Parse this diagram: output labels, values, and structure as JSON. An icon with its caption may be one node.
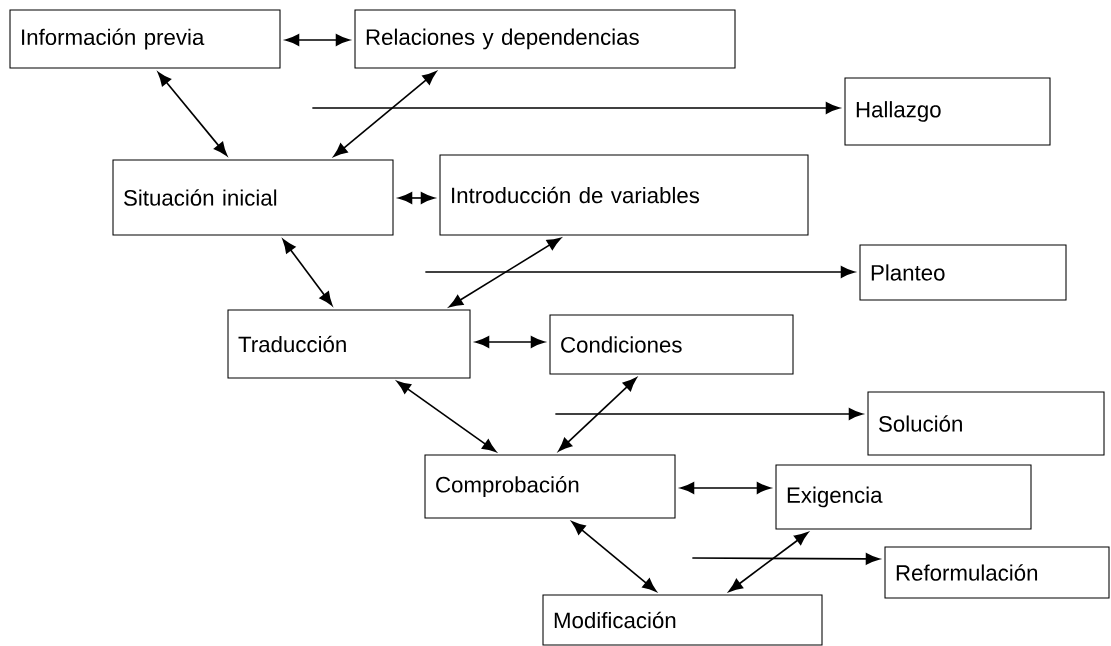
{
  "diagram": {
    "nodes": [
      {
        "text": [
          "Información previa"
        ]
      },
      {
        "text": [
          "Relaciones y dependencias"
        ]
      },
      {
        "text": [
          "Hallazgo"
        ]
      },
      {
        "text": [
          "Situación inicial"
        ]
      },
      {
        "text": [
          "Introducción de variables"
        ]
      },
      {
        "text": [
          "Planteo"
        ]
      },
      {
        "text": [
          "Traducción"
        ]
      },
      {
        "text": [
          "Condiciones"
        ]
      },
      {
        "text": [
          "Solución"
        ]
      },
      {
        "text": [
          "Comprobación"
        ]
      },
      {
        "text": [
          "Exigencia"
        ]
      },
      {
        "text": [
          "Reformulación"
        ]
      },
      {
        "text": [
          "Modificación"
        ]
      }
    ],
    "edges": [
      {
        "from": 0,
        "to": 1,
        "arrow": "both"
      },
      {
        "from": 0,
        "to": 3,
        "arrow": "both"
      },
      {
        "from": 1,
        "to": 3,
        "arrow": "both"
      },
      {
        "from": null,
        "to": 2,
        "arrow": "to"
      },
      {
        "from": 3,
        "to": 4,
        "arrow": "both"
      },
      {
        "from": 3,
        "to": 6,
        "arrow": "both"
      },
      {
        "from": 4,
        "to": 6,
        "arrow": "both"
      },
      {
        "from": null,
        "to": 5,
        "arrow": "to"
      },
      {
        "from": 6,
        "to": 7,
        "arrow": "both"
      },
      {
        "from": 6,
        "to": 9,
        "arrow": "both"
      },
      {
        "from": 7,
        "to": 9,
        "arrow": "both"
      },
      {
        "from": null,
        "to": 8,
        "arrow": "to"
      },
      {
        "from": 9,
        "to": 10,
        "arrow": "both"
      },
      {
        "from": 9,
        "to": 12,
        "arrow": "both"
      },
      {
        "from": 10,
        "to": 12,
        "arrow": "both"
      },
      {
        "from": null,
        "to": 11,
        "arrow": "to"
      }
    ]
  }
}
